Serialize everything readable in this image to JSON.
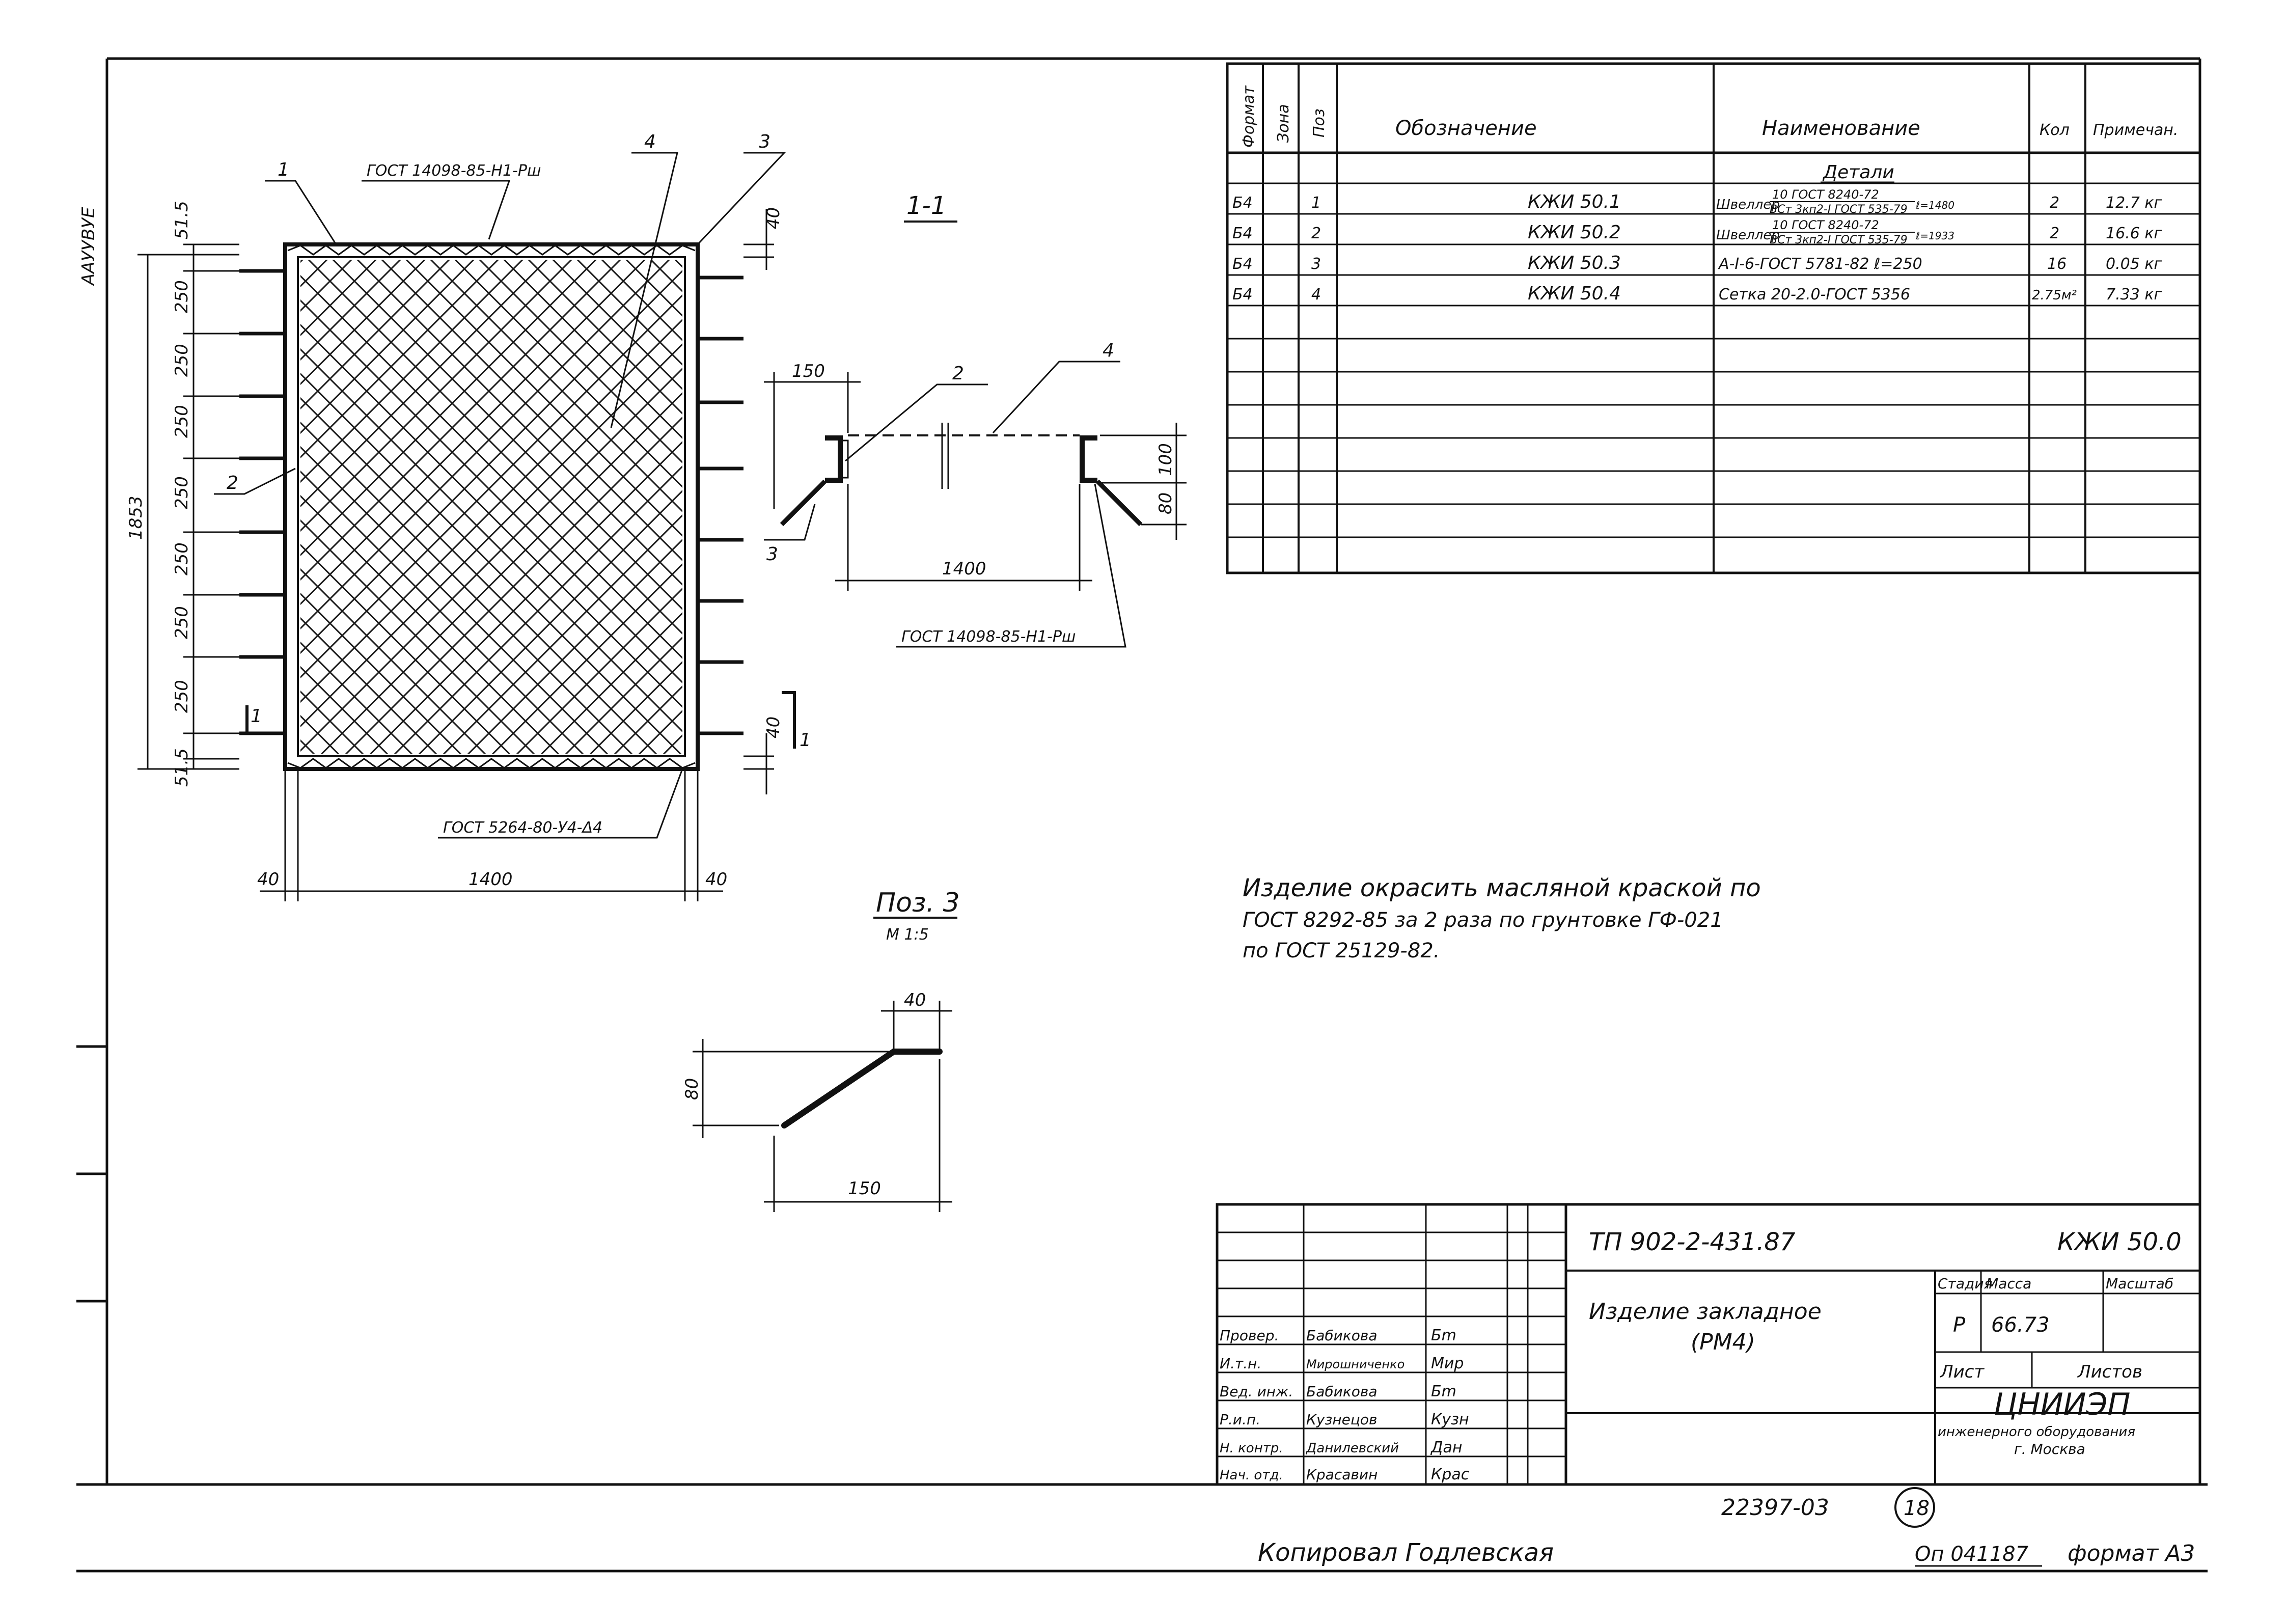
{
  "sheet": {
    "side_label": "ААУУВУЕ",
    "bottom_left_note": "Копировал Годлевская",
    "bottom_right_sign": "Оп 041187",
    "bottom_format": "формат А3",
    "register_number": "22397-03",
    "page_circle": "18"
  },
  "main_view": {
    "pos1": "1",
    "pos2": "2",
    "pos3": "3",
    "pos4": "4",
    "weld_top": "ГОСТ 14098-85-Н1-Рш",
    "weld_bottom": "ГОСТ 5264-80-У4-Δ4",
    "dim_total_height": "1853",
    "dims_left": [
      "51.5",
      "250",
      "250",
      "250",
      "250",
      "250",
      "250",
      "250",
      "51.5"
    ],
    "dim_right_top": "40",
    "dim_right_bottom": "40",
    "dim_width": "1400",
    "dim_left_40": "40",
    "dim_right_40": "40",
    "section_mark": "1"
  },
  "section_1_1": {
    "title": "1-1",
    "dim_150": "150",
    "dim_1400": "1400",
    "dim_100": "100",
    "dim_80": "80",
    "pos2": "2",
    "pos3": "3",
    "pos4": "4",
    "weld": "ГОСТ 14098-85-Н1-Рш"
  },
  "pos3_detail": {
    "title": "Поз. 3",
    "scale": "М 1:5",
    "dim_40": "40",
    "dim_80": "80",
    "dim_150": "150"
  },
  "spec_table": {
    "headers": {
      "format": "Формат",
      "zone": "Зона",
      "pos": "Поз",
      "designation": "Обозначение",
      "name": "Наименование",
      "qty": "Кол",
      "note": "Примечан."
    },
    "section_title": "Детали",
    "rows": [
      {
        "format": "Б4",
        "pos": "1",
        "designation": "КЖИ 50.1",
        "name_main": "Швеллер",
        "name_top": "10 ГОСТ 8240-72",
        "name_bottom": "ВСт 3кп2-I ГОСТ 535-79",
        "name_len": "ℓ=1480",
        "qty": "2",
        "note": "12.7 кг"
      },
      {
        "format": "Б4",
        "pos": "2",
        "designation": "КЖИ 50.2",
        "name_main": "Швеллер",
        "name_top": "10 ГОСТ 8240-72",
        "name_bottom": "ВСт 3кп2-I ГОСТ 535-79",
        "name_len": "ℓ=1933",
        "qty": "2",
        "note": "16.6 кг"
      },
      {
        "format": "Б4",
        "pos": "3",
        "designation": "КЖИ 50.3",
        "name_main": "А-I-6-ГОСТ 5781-82 ℓ=250",
        "name_top": "",
        "name_bottom": "",
        "name_len": "",
        "qty": "16",
        "note": "0.05 кг"
      },
      {
        "format": "Б4",
        "pos": "4",
        "designation": "КЖИ 50.4",
        "name_main": "Сетка 20-2.0-ГОСТ 5356",
        "name_top": "",
        "name_bottom": "",
        "name_len": "",
        "qty": "2.75м²",
        "note": "7.33 кг"
      }
    ]
  },
  "note_text": {
    "line1": "Изделие окрасить масляной краской по",
    "line2": "ГОСТ 8292-85 за 2 раза по грунтовке ГФ-021",
    "line3": "по ГОСТ 25129-82."
  },
  "title_block": {
    "project": "ТП 902-2-431.87",
    "code": "КЖИ 50.0",
    "product_line1": "Изделие закладное",
    "product_line2": "(РМ4)",
    "stage_header": "Стадия",
    "mass_header": "Масса",
    "scale_header": "Масштаб",
    "stage": "Р",
    "mass": "66.73",
    "sheet_label": "Лист",
    "sheets_label": "Листов",
    "org": "ЦНИИЭП",
    "org_sub": "инженерного оборудования",
    "city": "г. Москва",
    "staff": [
      {
        "role": "Провер.",
        "name": "Бабикова",
        "sign": "Бm"
      },
      {
        "role": "И.т.н.",
        "name": "Мирошниченко",
        "sign": "Мир"
      },
      {
        "role": "Вед. инж.",
        "name": "Бабикова",
        "sign": "Бm"
      },
      {
        "role": "Р.и.п.",
        "name": "Кузнецов",
        "sign": "Кузн"
      },
      {
        "role": "Н. контр.",
        "name": "Данилевский",
        "sign": "Дан"
      },
      {
        "role": "Нач. отд.",
        "name": "Красавин",
        "sign": "Крас"
      }
    ]
  }
}
